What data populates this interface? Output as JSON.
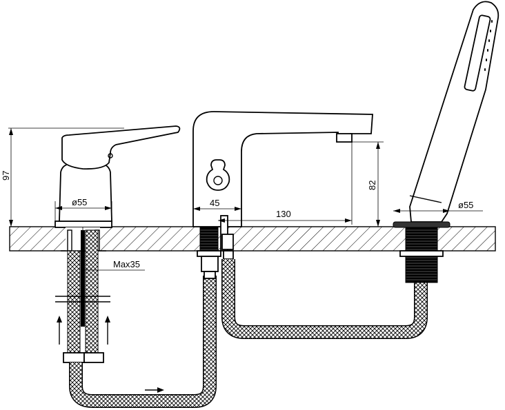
{
  "dimensions": {
    "mixer_height": "97",
    "mixer_base_diameter": "ø55",
    "max_deck_thickness": "Max35",
    "spout_base_width": "45",
    "spout_reach": "130",
    "spout_height": "82",
    "handshower_base_diameter": "ø55"
  },
  "colors": {
    "line": "#000000",
    "background": "#ffffff"
  }
}
